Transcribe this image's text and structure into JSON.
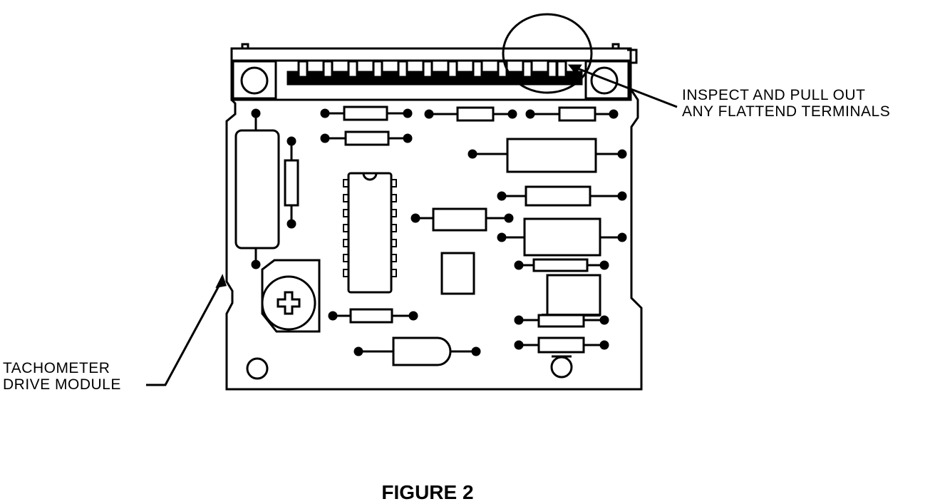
{
  "diagram": {
    "callouts": {
      "inspect_line1": "INSPECT AND PULL OUT",
      "inspect_line2": "ANY FLATTEND TERMINALS",
      "tach_line1": "TACHOMETER",
      "tach_line2": "DRIVE MODULE"
    },
    "caption": "FIGURE 2",
    "colors": {
      "ink": "#000000",
      "paper": "#ffffff"
    }
  }
}
